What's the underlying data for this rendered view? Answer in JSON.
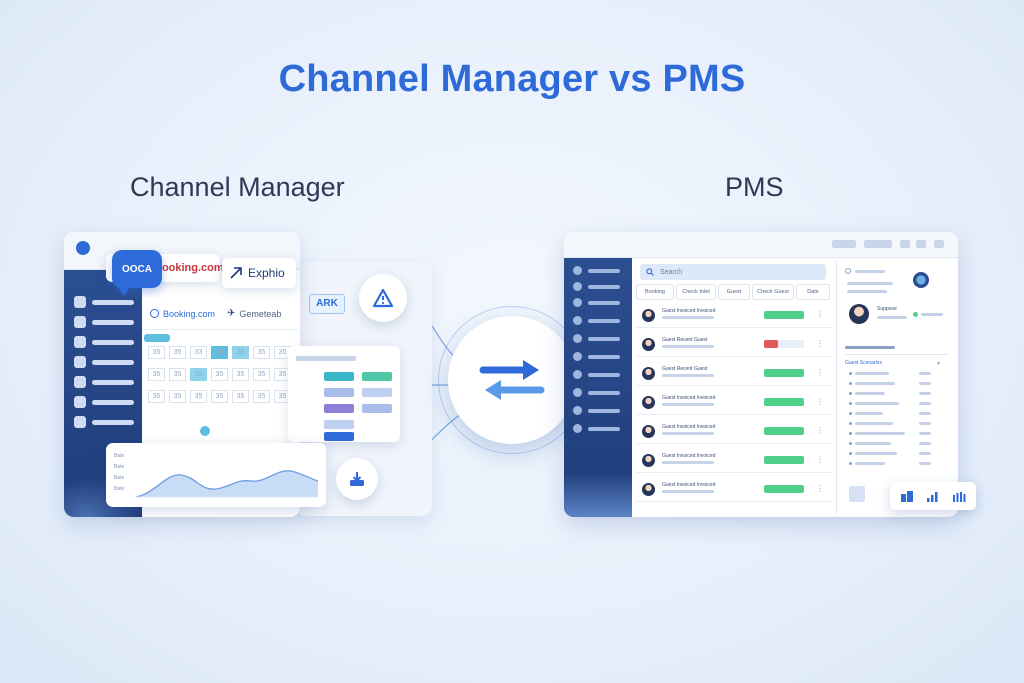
{
  "header": {
    "title": "Channel Manager vs PMS"
  },
  "sections": {
    "left_title": "Channel Manager",
    "right_title": "PMS"
  },
  "channel_manager": {
    "bubble_label": "OOCA",
    "logos": {
      "booking_top": "Booking.com",
      "expedia": "Exphio",
      "booking_sub": "Booking.com",
      "sub_label": "Gemeteab"
    },
    "tag": "ARK",
    "grid_values": [
      "35",
      "35",
      "33",
      "35",
      "35",
      "35",
      "35",
      "35",
      "35",
      "35",
      "35",
      "35",
      "35",
      "35",
      "35",
      "35",
      "35",
      "35",
      "35",
      "35",
      "35"
    ],
    "chart_axis": [
      "Bate",
      "Bate",
      "Bate",
      "Bate"
    ]
  },
  "pms": {
    "search_placeholder": "Search",
    "tabs": [
      "Booking",
      "Check Intel",
      "Guest",
      "Check Guest",
      "Date"
    ],
    "rows": [
      "Guest Invoiced Invoiced",
      "Guest Recent Guest",
      "Guest Recent Guest",
      "Guest Invoiced Invoiced",
      "Guest Invoiced Invoiced",
      "Guest Invoiced Invoiced",
      "Guest Invoiced Invoiced"
    ],
    "detail": {
      "top_label": "Suppose",
      "section_label": "Guest Scenarios"
    }
  },
  "colors": {
    "brand": "#2f6bd8",
    "sidebar": "#2c4f92",
    "success": "#4fcf8a",
    "danger": "#e35a5a"
  }
}
